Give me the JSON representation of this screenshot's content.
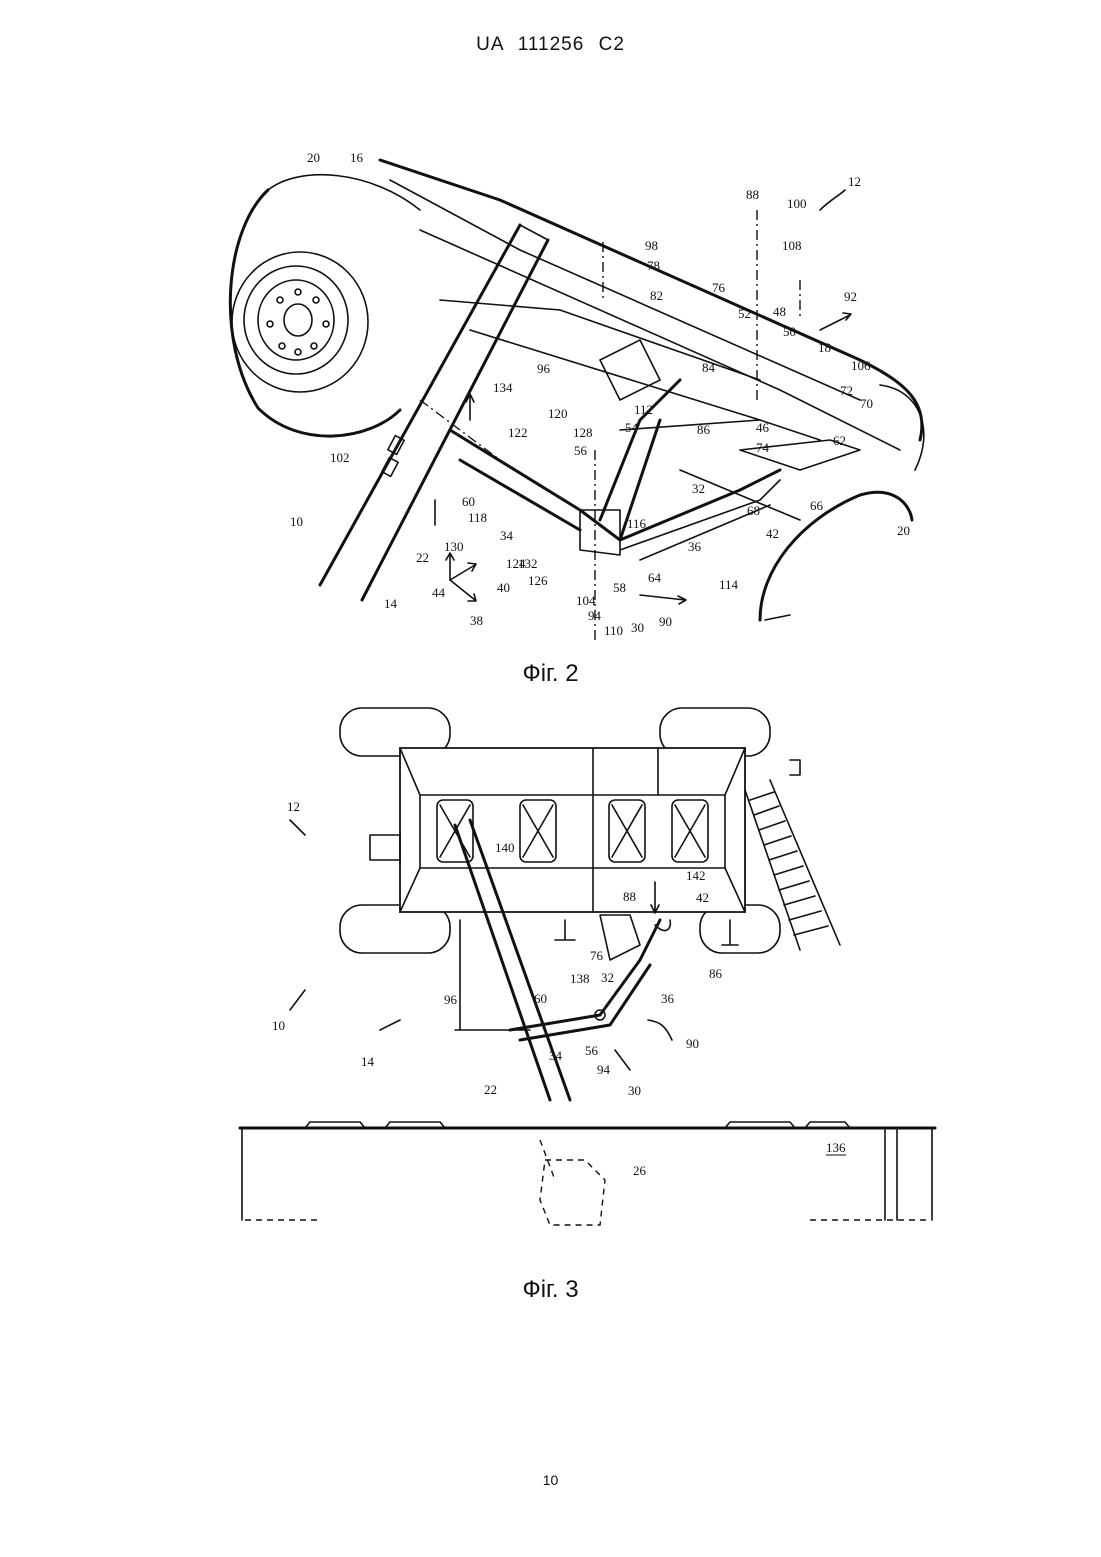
{
  "header": {
    "doc_number": "UA   111256   C2"
  },
  "figures": [
    {
      "caption": "Фіг. 2",
      "labels": [
        "20",
        "16",
        "12",
        "88",
        "100",
        "108",
        "98",
        "78",
        "82",
        "76",
        "92",
        "52",
        "48",
        "50",
        "18",
        "106",
        "72",
        "70",
        "62",
        "96",
        "134",
        "120",
        "122",
        "128",
        "54",
        "84",
        "112",
        "86",
        "46",
        "74",
        "102",
        "56",
        "32",
        "66",
        "68",
        "42",
        "10",
        "60",
        "118",
        "34",
        "116",
        "36",
        "130",
        "132",
        "124",
        "126",
        "20",
        "22",
        "44",
        "40",
        "14",
        "114",
        "104",
        "58",
        "94",
        "110",
        "30",
        "90",
        "38",
        "64"
      ]
    },
    {
      "caption": "Фіг. 3",
      "labels": [
        "12",
        "140",
        "142",
        "88",
        "42",
        "76",
        "86",
        "138",
        "32",
        "36",
        "96",
        "60",
        "10",
        "14",
        "34",
        "56",
        "94",
        "90",
        "30",
        "22",
        "136",
        "26"
      ]
    }
  ],
  "footer": {
    "page_number": "10"
  }
}
